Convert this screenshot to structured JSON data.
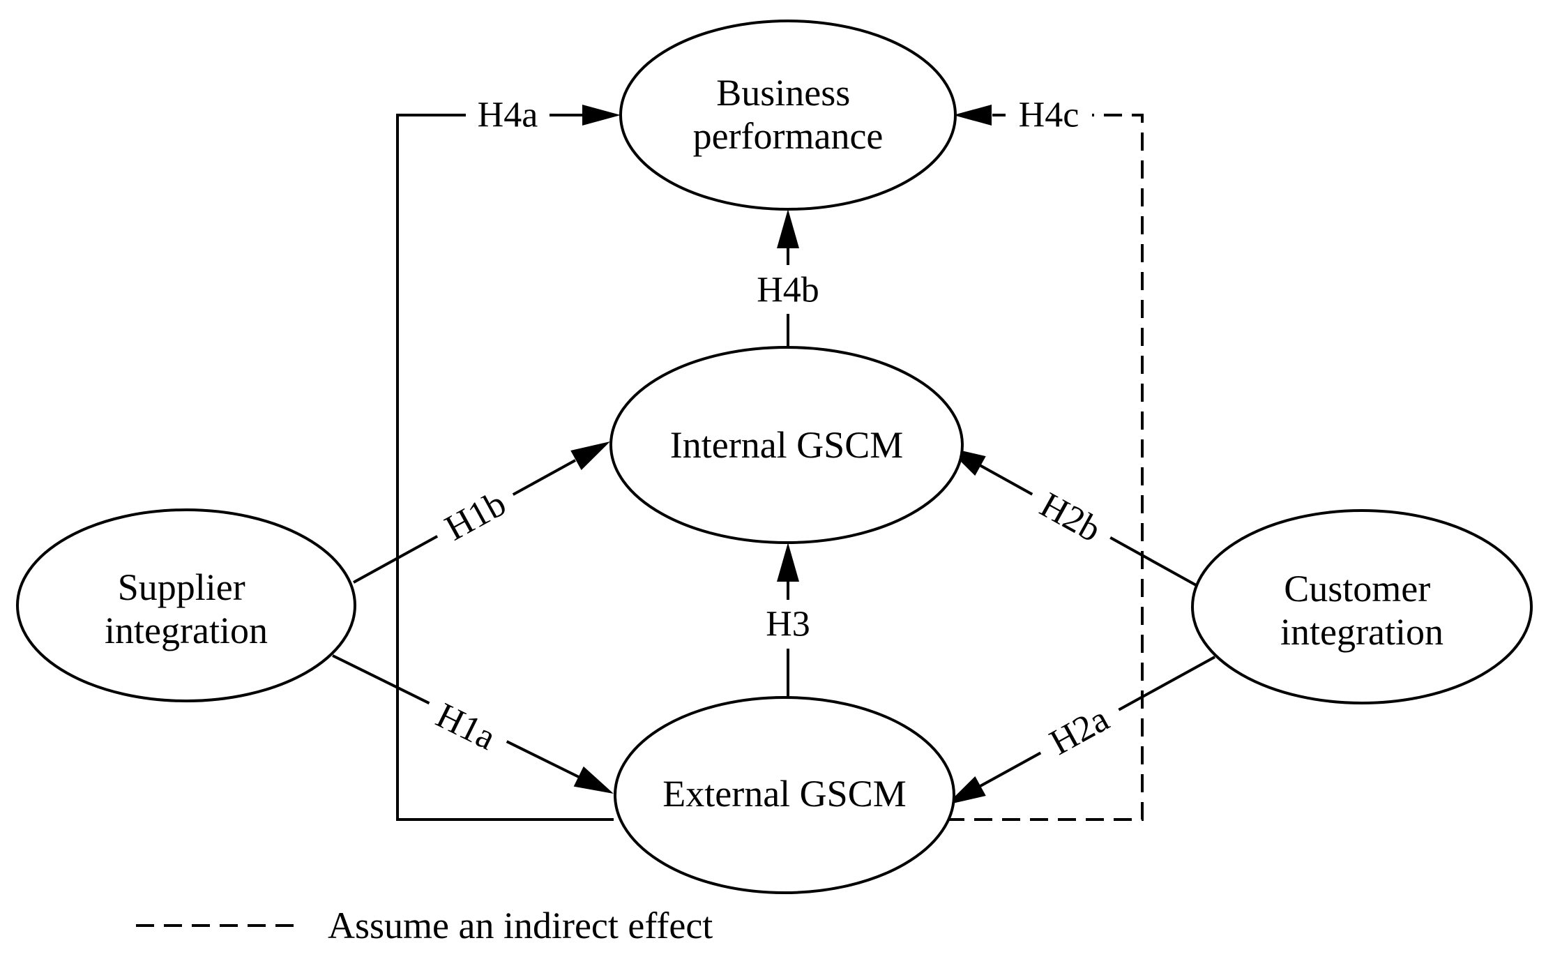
{
  "nodes": {
    "business_performance": {
      "lines": [
        "Business",
        "performance"
      ]
    },
    "internal_gscm": {
      "lines": [
        "Internal GSCM"
      ]
    },
    "external_gscm": {
      "lines": [
        "External GSCM"
      ]
    },
    "supplier_integration": {
      "lines": [
        "Supplier",
        "integration"
      ]
    },
    "customer_integration": {
      "lines": [
        "Customer",
        "integration"
      ]
    }
  },
  "edges": {
    "h1a": {
      "label": "H1a",
      "from": "supplier_integration",
      "to": "external_gscm",
      "style": "solid"
    },
    "h1b": {
      "label": "H1b",
      "from": "supplier_integration",
      "to": "internal_gscm",
      "style": "solid"
    },
    "h2a": {
      "label": "H2a",
      "from": "customer_integration",
      "to": "external_gscm",
      "style": "solid"
    },
    "h2b": {
      "label": "H2b",
      "from": "customer_integration",
      "to": "internal_gscm",
      "style": "solid"
    },
    "h3": {
      "label": "H3",
      "from": "external_gscm",
      "to": "internal_gscm",
      "style": "solid"
    },
    "h4a": {
      "label": "H4a",
      "from": "external_gscm",
      "to": "business_performance",
      "style": "solid"
    },
    "h4b": {
      "label": "H4b",
      "from": "internal_gscm",
      "to": "business_performance",
      "style": "solid"
    },
    "h4c": {
      "label": "H4c",
      "from": "external_gscm",
      "to": "business_performance",
      "style": "dashed"
    }
  },
  "legend": {
    "dashed_label": "Assume an indirect effect"
  }
}
